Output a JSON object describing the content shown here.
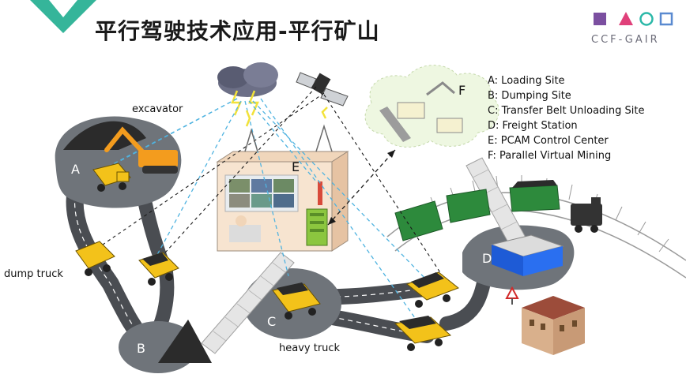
{
  "title": "平行驾驶技术应用-平行矿山",
  "logo": {
    "text": "CCF-GAIR",
    "colors": [
      "#7b4fa0",
      "#e0407a",
      "#2bb8a8",
      "#5a8ad0"
    ]
  },
  "legend": [
    "A: Loading Site",
    "B: Dumping Site",
    "C: Transfer Belt Unloading Site",
    "D: Freight Station",
    "E: PCAM Control Center",
    "F: Parallel Virtual Mining"
  ],
  "labels": {
    "excavator": "excavator",
    "dump_truck": "dump truck",
    "heavy_truck": "heavy truck"
  },
  "sites": {
    "a": "A",
    "b": "B",
    "c": "C",
    "d": "D",
    "e": "E",
    "f": "F"
  },
  "colors": {
    "accent": "#35b59a",
    "site_fill": "#6f747a",
    "road": "#4a4d52",
    "truck": "#f3c21a",
    "train": "#2d8a3c",
    "link": "#4fb3e0"
  }
}
